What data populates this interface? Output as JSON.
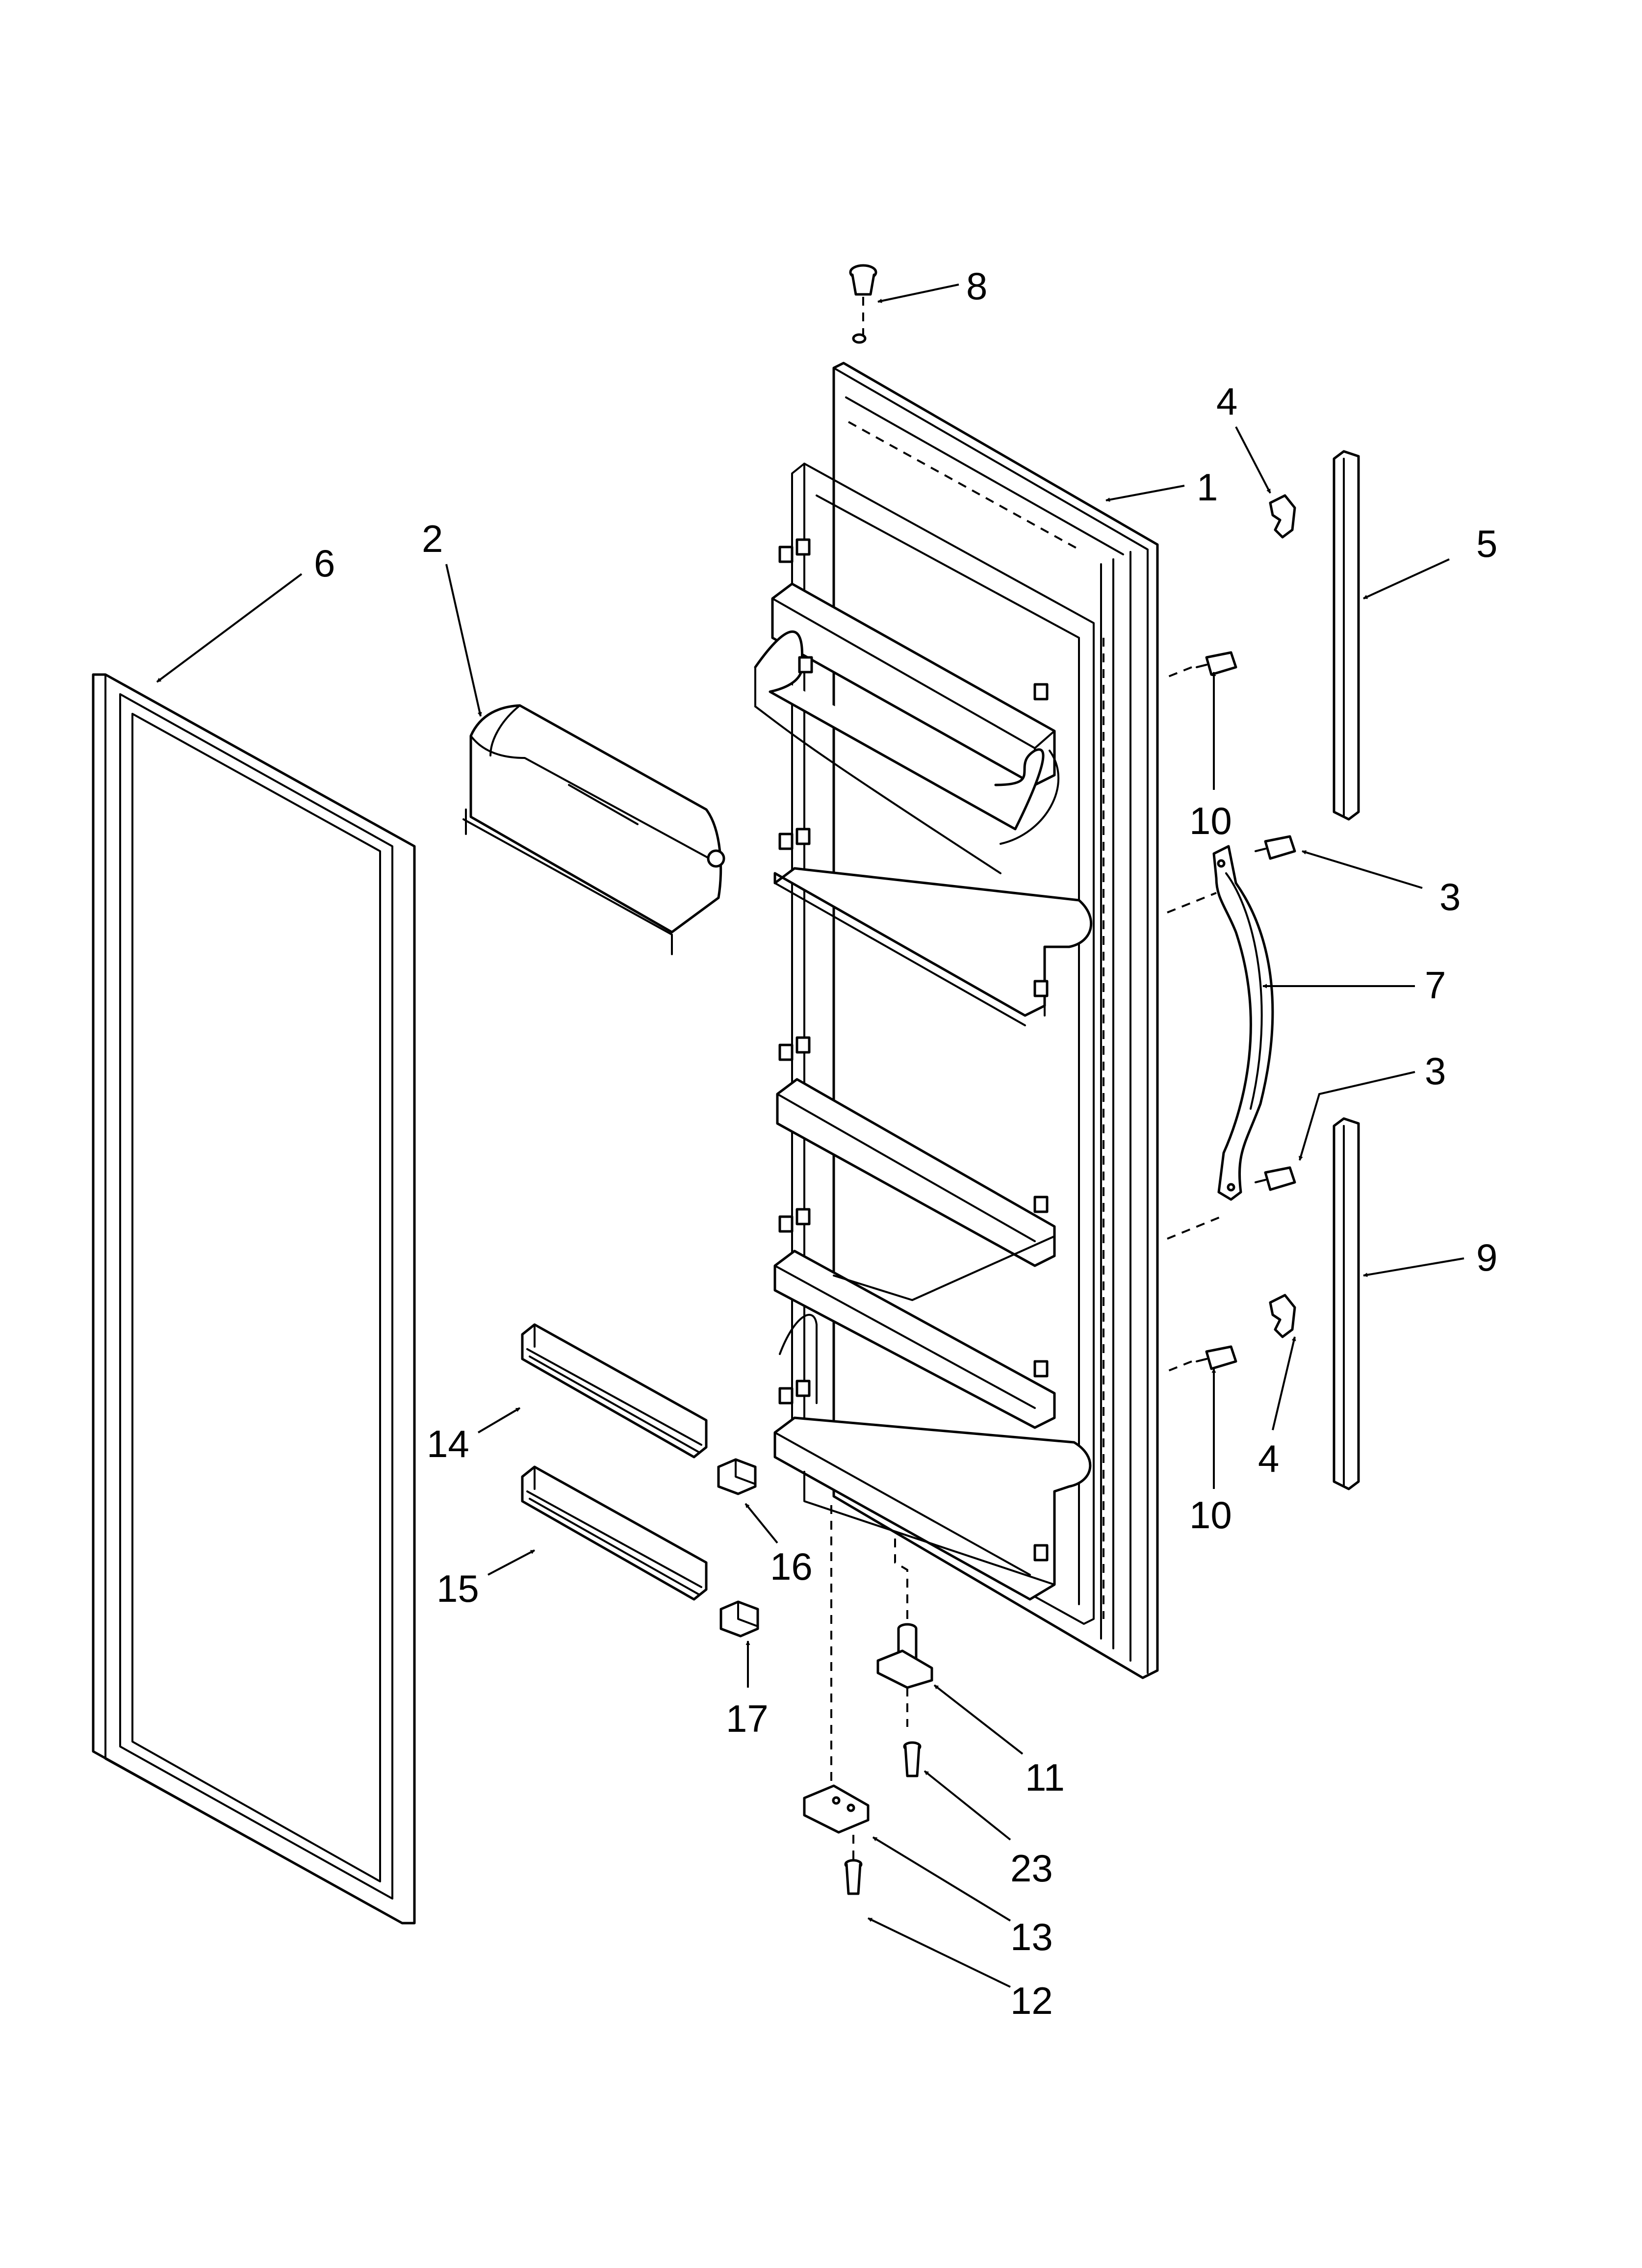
{
  "callouts": {
    "c1": "1",
    "c2": "2",
    "c3a": "3",
    "c3b": "3",
    "c4a": "4",
    "c4b": "4",
    "c5": "5",
    "c6": "6",
    "c7": "7",
    "c8": "8",
    "c9": "9",
    "c10a": "10",
    "c10b": "10",
    "c11": "11",
    "c12": "12",
    "c13": "13",
    "c14": "14",
    "c15": "15",
    "c16": "16",
    "c17": "17",
    "c23": "23"
  },
  "colors": {
    "line": "#000000",
    "background": "#ffffff"
  }
}
